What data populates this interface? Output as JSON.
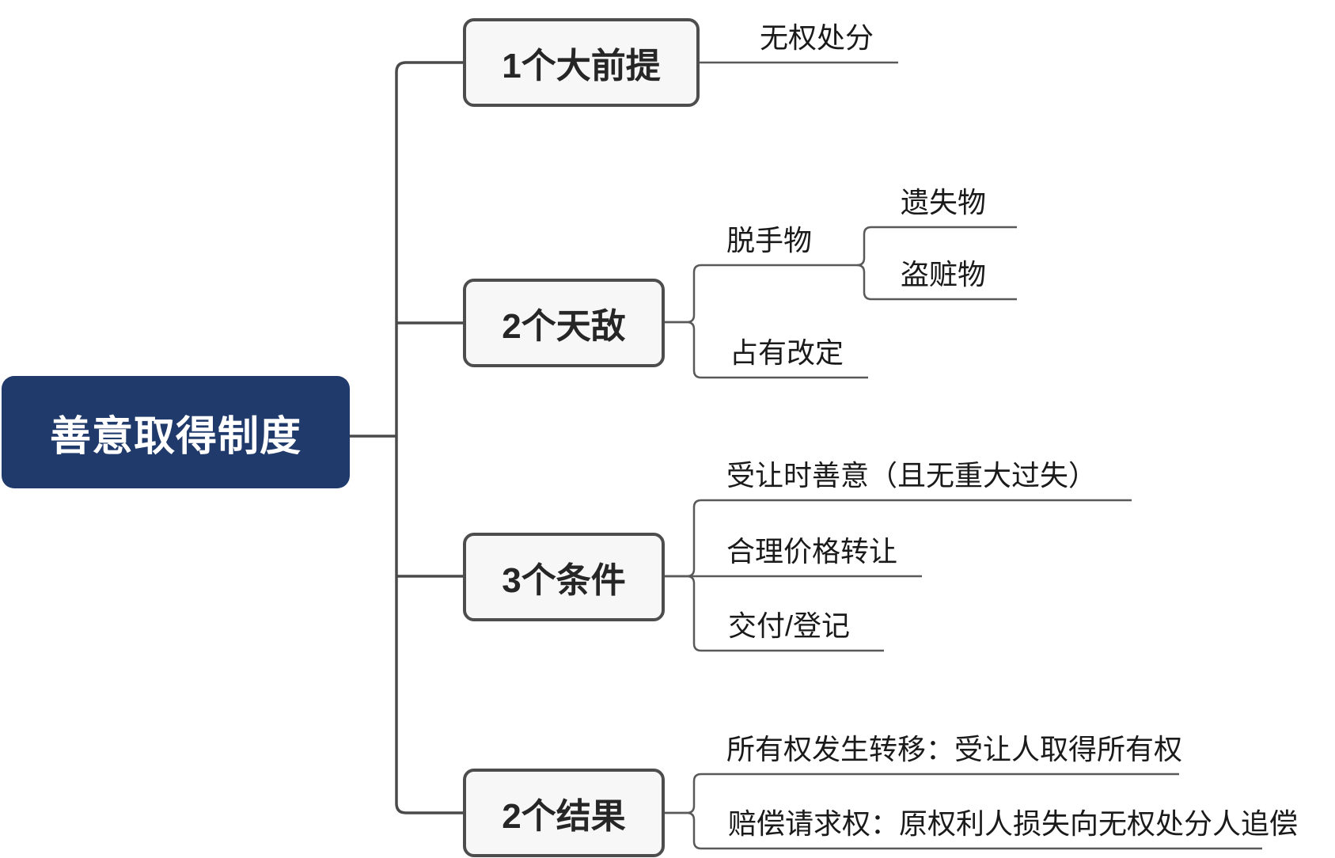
{
  "root": {
    "label": "善意取得制度"
  },
  "branches": [
    {
      "label": "1个大前提",
      "children": [
        {
          "label": "无权处分"
        }
      ]
    },
    {
      "label": "2个天敌",
      "children": [
        {
          "label": "脱手物",
          "children": [
            {
              "label": "遗失物"
            },
            {
              "label": "盗赃物"
            }
          ]
        },
        {
          "label": "占有改定"
        }
      ]
    },
    {
      "label": "3个条件",
      "children": [
        {
          "label": "受让时善意（且无重大过失）"
        },
        {
          "label": "合理价格转让"
        },
        {
          "label": "交付/登记"
        }
      ]
    },
    {
      "label": "2个结果",
      "children": [
        {
          "label": "所有权发生转移：受让人取得所有权"
        },
        {
          "label": "赔偿请求权：原权利人损失向无权处分人追偿"
        }
      ]
    }
  ],
  "colors": {
    "root_fill": "#1f3a6b",
    "root_text": "#ffffff",
    "branch_fill": "#f7f7f7",
    "branch_border": "#4d4d4d",
    "connector_trunk": "#4a4a4a",
    "connector_leaf": "#595959",
    "leaf_text": "#1a1a1a"
  }
}
